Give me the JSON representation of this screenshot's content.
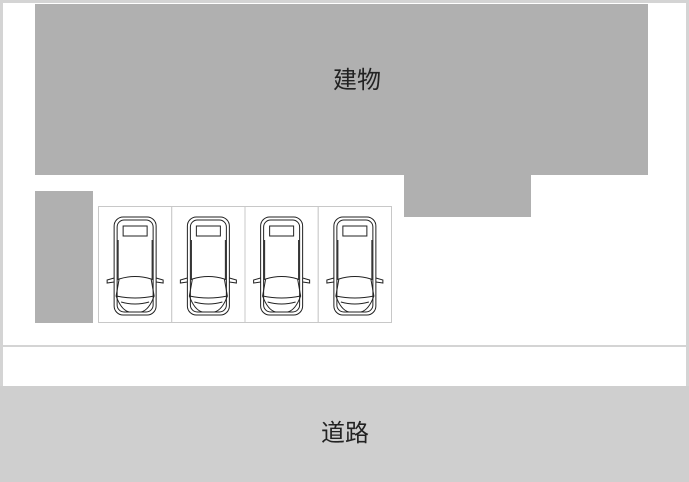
{
  "building": {
    "label": "建物",
    "color": "#b0b0b0"
  },
  "road": {
    "label": "道路",
    "color": "#cfcfcf"
  },
  "parking": {
    "spaces": 4,
    "frame_color": "#c8c8c8"
  },
  "border_color": "#d4d4d4"
}
